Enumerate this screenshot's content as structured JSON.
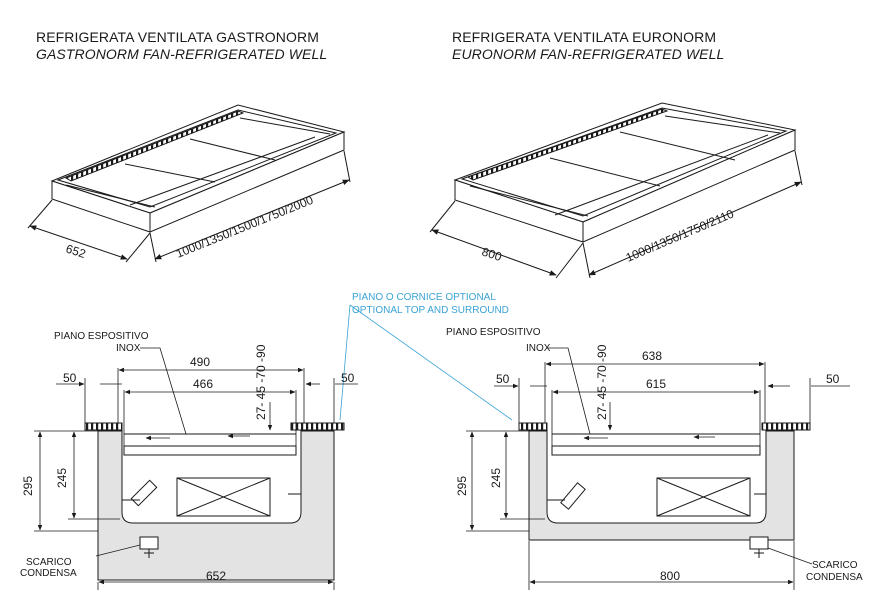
{
  "left": {
    "title_it": "REFRIGERATA VENTILATA GASTRONORM",
    "title_en": "GASTRONORM FAN-REFRIGERATED WELL",
    "iso_depth": "652",
    "iso_length": "1000/1350/1500/1750/2000",
    "label_piano_1": "PIANO ESPOSITIVO",
    "label_piano_2": "INOX",
    "dim_outer_inner": "490",
    "dim_inner": "466",
    "dim_vertical": "27- 45 -70 -90",
    "dim_side_left": "50",
    "dim_side_right": "50",
    "dim_height_total": "295",
    "dim_height_well": "245",
    "dim_width_total": "652",
    "label_drain_1": "SCARICO",
    "label_drain_2": "CONDENSA"
  },
  "right": {
    "title_it": "REFRIGERATA VENTILATA EURONORM",
    "title_en": "EURONORM FAN-REFRIGERATED WELL",
    "iso_depth": "800",
    "iso_length": "1000/1350/1750/2110",
    "label_piano_1": "PIANO ESPOSITIVO",
    "label_piano_2": "INOX",
    "dim_outer_inner": "638",
    "dim_inner": "615",
    "dim_vertical": "27- 45 -70 -90",
    "dim_side_left": "50",
    "dim_side_right": "50",
    "dim_height_total": "295",
    "dim_height_well": "245",
    "dim_width_total": "800",
    "label_drain_1": "SCARICO",
    "label_drain_2": "CONDENSA"
  },
  "optional": {
    "line1": "PIANO O CORNICE OPTIONAL",
    "line2": "OPTIONAL TOP AND SURROUND"
  },
  "colors": {
    "line": "#1a1a1a",
    "well_fill": "#e3e3e3",
    "callout": "#3aa3d6"
  }
}
